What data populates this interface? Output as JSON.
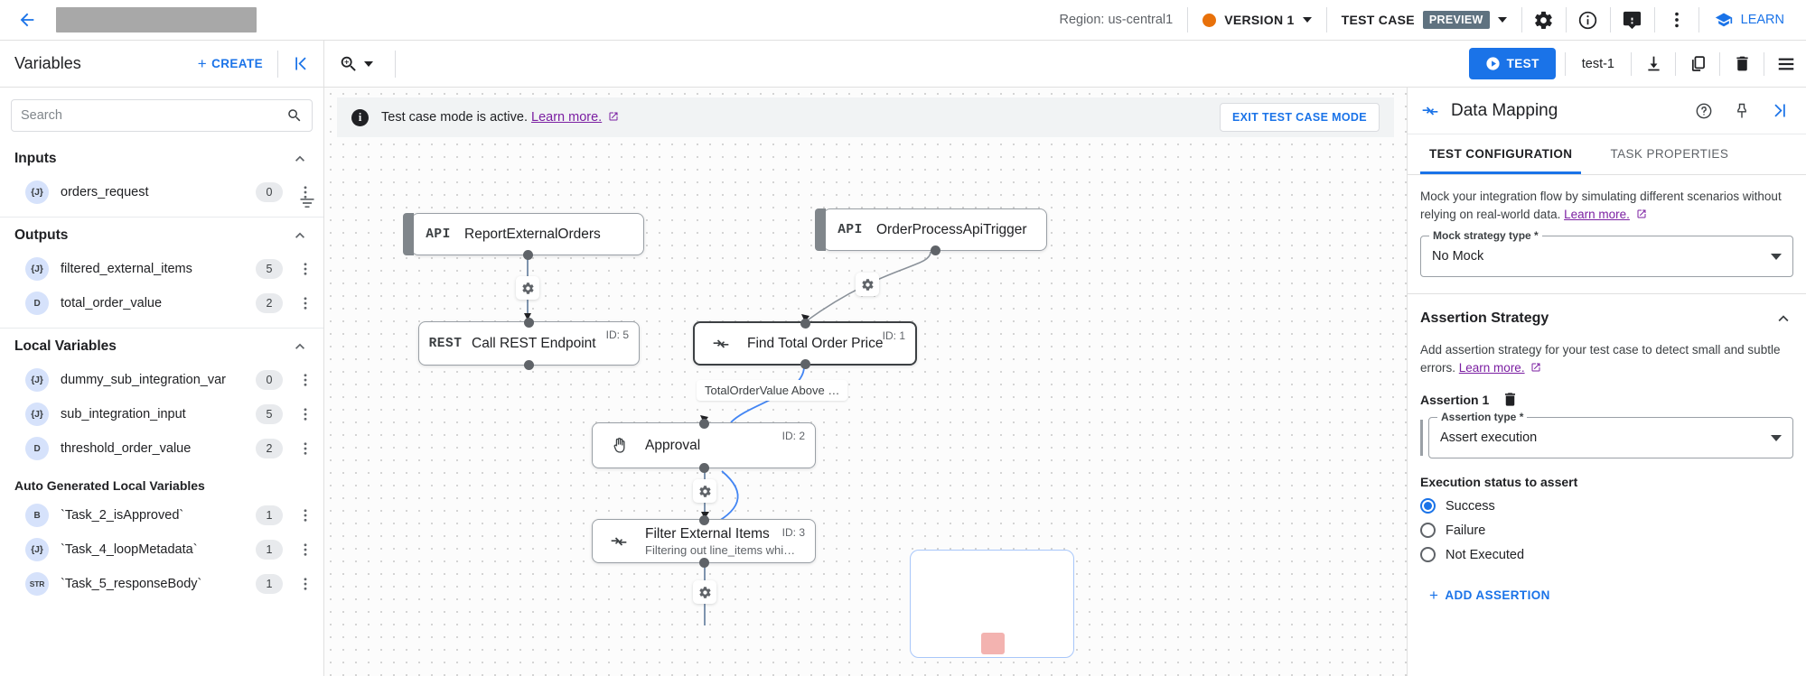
{
  "topbar": {
    "back_icon": "arrow-back-icon",
    "title_redacted": true,
    "region": "Region: us-central1",
    "version_label": "VERSION 1",
    "version_dot_color": "#e8710a",
    "testcase_label": "TEST CASE",
    "preview_badge": "PREVIEW",
    "icons": [
      "gear-icon",
      "info-icon",
      "feedback-icon",
      "more-vert-icon"
    ],
    "learn_label": "LEARN",
    "accent_color": "#1a73e8"
  },
  "subbar": {
    "variables_title": "Variables",
    "create_label": "CREATE",
    "collapse_icon": "collapse-left-icon",
    "zoom_icon": "zoom-in-icon",
    "test_label": "TEST",
    "test_name": "test-1",
    "icons": [
      "download-icon",
      "copy-icon",
      "delete-icon",
      "list-icon"
    ]
  },
  "sidebar": {
    "search": {
      "value": "",
      "placeholder": "Search"
    },
    "sort_icon": "sort-icon",
    "sections": [
      {
        "title": "Inputs",
        "items": [
          {
            "type": "{J}",
            "name": "orders_request",
            "count": "0"
          }
        ]
      },
      {
        "title": "Outputs",
        "items": [
          {
            "type": "{J}",
            "name": "filtered_external_items",
            "count": "5"
          },
          {
            "type": "D",
            "name": "total_order_value",
            "count": "2"
          }
        ]
      },
      {
        "title": "Local Variables",
        "items": [
          {
            "type": "{J}",
            "name": "dummy_sub_integration_var",
            "count": "0"
          },
          {
            "type": "{J}",
            "name": "sub_integration_input",
            "count": "5"
          },
          {
            "type": "D",
            "name": "threshold_order_value",
            "count": "2"
          }
        ]
      }
    ],
    "auto_section": {
      "title": "Auto Generated Local Variables",
      "items": [
        {
          "type": "B",
          "name": "`Task_2_isApproved`",
          "count": "1"
        },
        {
          "type": "{J}",
          "name": "`Task_4_loopMetadata`",
          "count": "1"
        },
        {
          "type": "STR",
          "name": "`Task_5_responseBody`",
          "count": "1"
        }
      ]
    }
  },
  "canvas": {
    "banner": {
      "text": "Test case mode is active.",
      "link": "Learn more.",
      "exit_label": "EXIT TEST CASE MODE"
    },
    "edge_label": "TotalOrderValue Above …",
    "nodes": [
      {
        "icon_text": "API",
        "icon_name": "api-icon",
        "title": "ReportExternalOrders",
        "subtitle": "",
        "id_label": ""
      },
      {
        "icon_text": "API",
        "icon_name": "api-icon",
        "title": "OrderProcessApiTrigger",
        "subtitle": "",
        "id_label": ""
      },
      {
        "icon_text": "REST",
        "icon_name": "rest-icon",
        "title": "Call REST Endpoint",
        "subtitle": "",
        "id_label": "ID: 5"
      },
      {
        "icon_text": "",
        "icon_name": "data-mapping-icon",
        "title": "Find Total Order Price",
        "subtitle": "",
        "id_label": "ID: 1"
      },
      {
        "icon_text": "",
        "icon_name": "approval-hand-icon",
        "title": "Approval",
        "subtitle": "",
        "id_label": "ID: 2"
      },
      {
        "icon_text": "",
        "icon_name": "data-mapping-icon",
        "title": "Filter External Items",
        "subtitle": "Filtering out line_items whi…",
        "id_label": "ID: 3"
      }
    ]
  },
  "rightpanel": {
    "header_icon": "data-mapping-icon",
    "title": "Data Mapping",
    "header_buttons": [
      "help-icon",
      "pin-icon",
      "collapse-right-icon"
    ],
    "tabs": [
      {
        "label": "TEST CONFIGURATION",
        "active": true
      },
      {
        "label": "TASK PROPERTIES",
        "active": false
      }
    ],
    "mock_desc": "Mock your integration flow by simulating different scenarios without relying on real-world data.",
    "mock_link": "Learn more.",
    "mock_field": {
      "label": "Mock strategy type *",
      "value": "No Mock"
    },
    "assertion_section": {
      "title": "Assertion Strategy",
      "desc": "Add assertion strategy for your test case to detect small and subtle errors.",
      "link": "Learn more.",
      "assertion_label": "Assertion 1",
      "delete_icon": "delete-icon",
      "type_field": {
        "label": "Assertion type *",
        "value": "Assert execution"
      },
      "exec_title": "Execution status to assert",
      "radios": [
        {
          "label": "Success",
          "selected": true
        },
        {
          "label": "Failure",
          "selected": false
        },
        {
          "label": "Not Executed",
          "selected": false
        }
      ],
      "add_label": "ADD ASSERTION"
    }
  }
}
